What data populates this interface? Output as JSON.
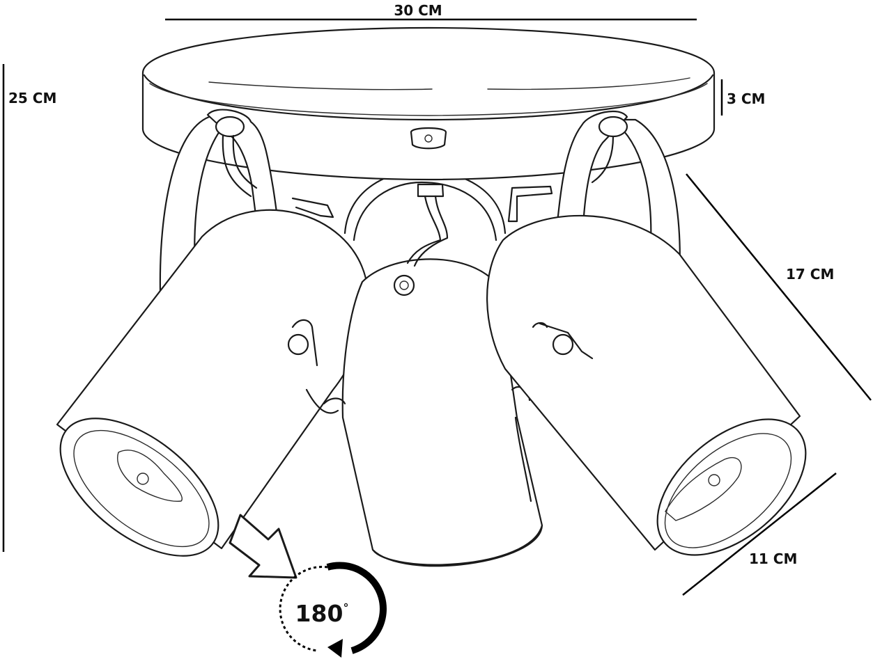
{
  "dimensions": {
    "width": "30 CM",
    "height": "25 CM",
    "base_thickness": "3 CM",
    "arm_length": "17 CM",
    "shade_diameter": "11 CM"
  },
  "rotation": {
    "degrees": "180",
    "degree_symbol": "°"
  }
}
